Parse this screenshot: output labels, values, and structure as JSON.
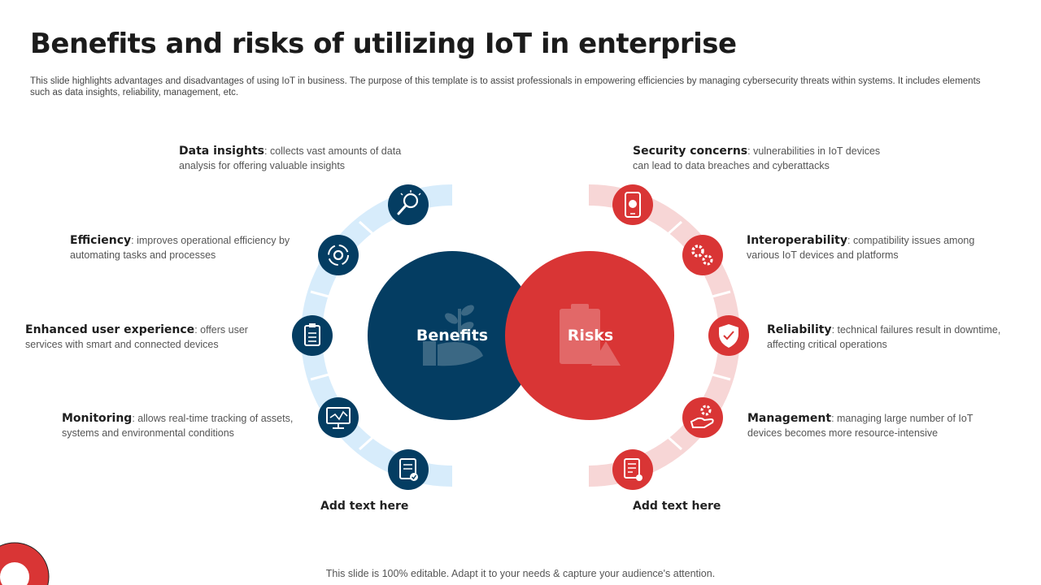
{
  "title": "Benefits and risks of utilizing IoT in enterprise",
  "subtitle": "This slide highlights advantages and disadvantages of using IoT in business. The purpose of this template is to assist professionals in empowering efficiencies by managing cybersecurity threats within systems. It includes elements such as data insights, reliability, management, etc.",
  "colors": {
    "benefits": "#043d62",
    "risks": "#d93535",
    "benefits_ring": "#d7ecfb",
    "risks_ring": "#f7d6d6"
  },
  "benefits": {
    "label": "Benefits",
    "items": [
      {
        "name": "Data insights",
        "desc": ": collects vast amounts of data analysis for offering valuable insights",
        "icon": "lightbulb-magnifier-icon"
      },
      {
        "name": "Efficiency",
        "desc": ": improves operational efficiency by automating tasks and processes",
        "icon": "gear-cycle-icon"
      },
      {
        "name": "Enhanced user experience",
        "desc": ": offers user services with smart and connected devices",
        "icon": "clipboard-icon"
      },
      {
        "name": "Monitoring",
        "desc": ": allows real-time tracking of assets, systems and environmental conditions",
        "icon": "monitor-chart-icon"
      },
      {
        "icon": "checklist-icon"
      }
    ],
    "add_text": "Add text here"
  },
  "risks": {
    "label": "Risks",
    "items": [
      {
        "name": "Security concerns",
        "desc": ": vulnerabilities in IoT devices can lead to data breaches and cyberattacks",
        "icon": "phone-alert-icon"
      },
      {
        "name": "Interoperability",
        "desc": ": compatibility issues among various IoT devices and platforms",
        "icon": "gears-icon"
      },
      {
        "name": "Reliability",
        "desc": ": technical failures result in downtime, affecting critical operations",
        "icon": "shield-check-icon"
      },
      {
        "name": "Management",
        "desc": ": managing large number of IoT devices becomes more resource-intensive",
        "icon": "hand-gear-icon"
      },
      {
        "icon": "report-gear-icon"
      }
    ],
    "add_text": "Add text here"
  },
  "footer": "This slide is 100% editable. Adapt it to your needs & capture your audience's attention."
}
